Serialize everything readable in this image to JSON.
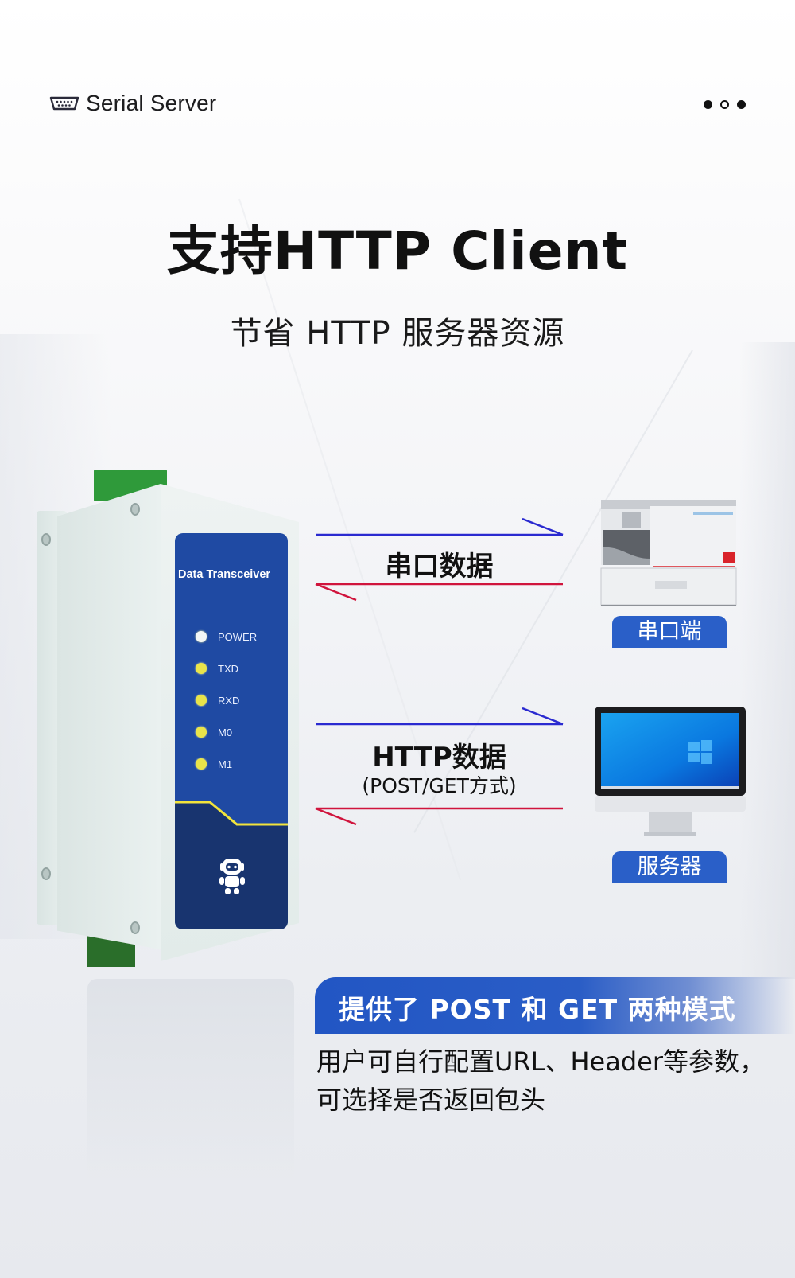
{
  "header": {
    "brand_icon": "serial-port-icon",
    "brand_text": "Serial Server",
    "page_dots": [
      "filled",
      "hollow",
      "filled"
    ]
  },
  "hero": {
    "title": "支持HTTP Client",
    "subtitle": "节省 HTTP 服务器资源"
  },
  "device": {
    "panel_title": "Data Transceiver",
    "leds": [
      {
        "label": "POWER",
        "color": "#f2f6f6"
      },
      {
        "label": "TXD",
        "color": "#e9e44a"
      },
      {
        "label": "RXD",
        "color": "#e9e44a"
      },
      {
        "label": "M0",
        "color": "#e9e44a"
      },
      {
        "label": "M1",
        "color": "#e9e44a"
      }
    ],
    "logo_icon": "robot-icon"
  },
  "flows": [
    {
      "label": "串口数据",
      "sublabel": "",
      "out_color": "#2a2ad0",
      "in_color": "#d0143c"
    },
    {
      "label": "HTTP数据",
      "sublabel": "(POST/GET方式)",
      "out_color": "#2a2ad0",
      "in_color": "#d0143c"
    }
  ],
  "endpoints": [
    {
      "label": "串口端",
      "icon": "printer-icon"
    },
    {
      "label": "服务器",
      "icon": "monitor-icon"
    }
  ],
  "feature": {
    "title": "提供了 POST 和 GET 两种模式",
    "description": "用户可自行配置URL、Header等参数，可选择是否返回包头"
  },
  "colors": {
    "accent_blue": "#2a5fc8",
    "panel_blue": "#1f4aa3",
    "arrow_blue": "#2a2ad0",
    "arrow_red": "#d0143c"
  }
}
